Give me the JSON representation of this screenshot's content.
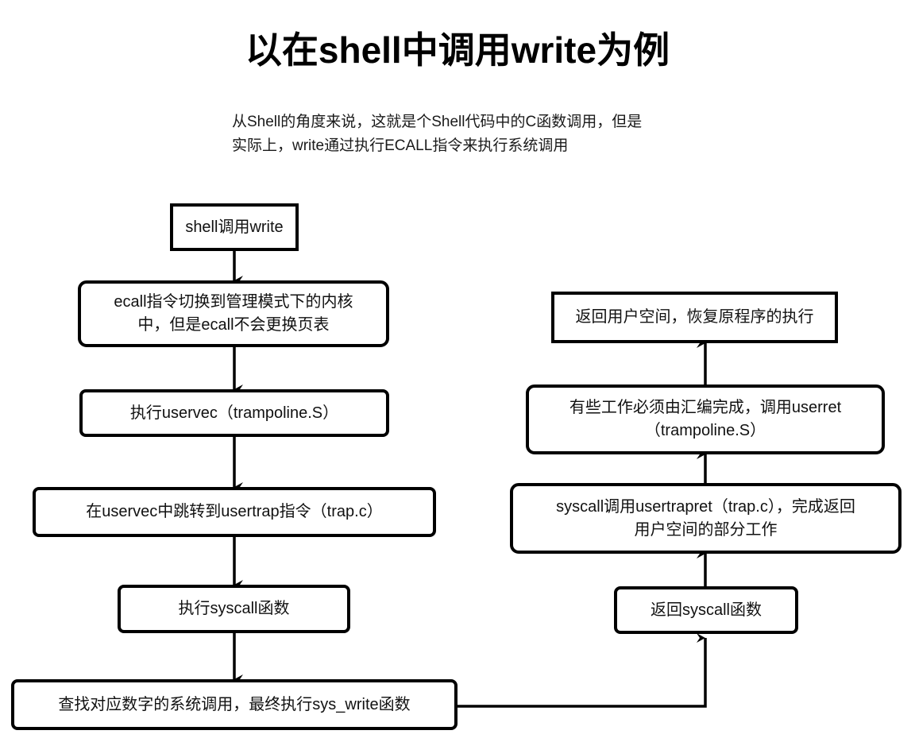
{
  "page": {
    "title": "以在shell中调用write为例",
    "subtitle": "从Shell的角度来说，这就是个Shell代码中的C函数调用，但是\n实际上，write通过执行ECALL指令来执行系统调用",
    "background_color": "#ffffff",
    "stroke_color": "#000000",
    "text_color": "#111111"
  },
  "diagram": {
    "type": "flowchart",
    "direction": "top-down-then-up",
    "nodes": [
      {
        "id": "n1",
        "label": "shell调用write"
      },
      {
        "id": "n2",
        "label": "ecall指令切换到管理模式下的内核\n中，但是ecall不会更换页表"
      },
      {
        "id": "n3",
        "label": "执行uservec（trampoline.S）"
      },
      {
        "id": "n4",
        "label": "在uservec中跳转到usertrap指令（trap.c）"
      },
      {
        "id": "n5",
        "label": "执行syscall函数"
      },
      {
        "id": "n6",
        "label": "查找对应数字的系统调用，最终执行sys_write函数"
      },
      {
        "id": "n7",
        "label": "返回syscall函数"
      },
      {
        "id": "n8",
        "label": "syscall调用usertrapret（trap.c），完成返回\n用户空间的部分工作"
      },
      {
        "id": "n9",
        "label": "有些工作必须由汇编完成，调用userret\n（trampoline.S）"
      },
      {
        "id": "n10",
        "label": "返回用户空间，恢复原程序的执行"
      }
    ],
    "edges": [
      {
        "from": "n1",
        "to": "n2"
      },
      {
        "from": "n2",
        "to": "n3"
      },
      {
        "from": "n3",
        "to": "n4"
      },
      {
        "from": "n4",
        "to": "n5"
      },
      {
        "from": "n5",
        "to": "n6"
      },
      {
        "from": "n6",
        "to": "n7"
      },
      {
        "from": "n7",
        "to": "n8"
      },
      {
        "from": "n8",
        "to": "n9"
      },
      {
        "from": "n9",
        "to": "n10"
      }
    ]
  }
}
